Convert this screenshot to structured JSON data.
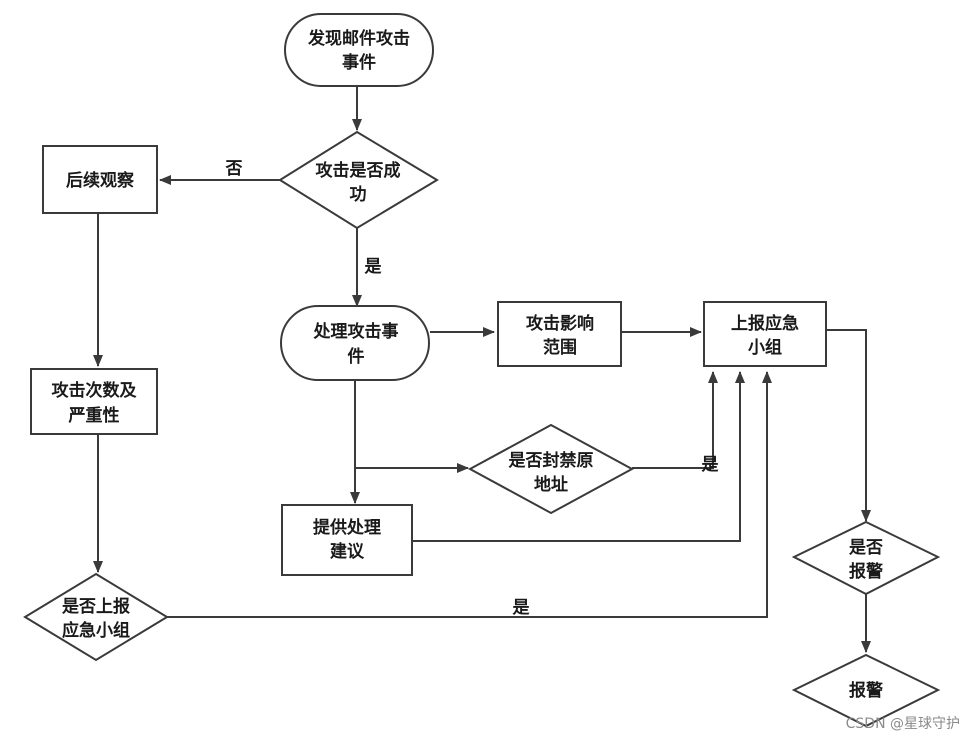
{
  "nodes": {
    "discover_attack": {
      "line1": "发现邮件攻击",
      "line2": "事件"
    },
    "attack_success": {
      "line1": "攻击是否成",
      "line2": "功"
    },
    "follow_up": {
      "line1": "后续观察"
    },
    "attack_count": {
      "line1": "攻击次数及",
      "line2": "严重性"
    },
    "report_group_decision": {
      "line1": "是否上报",
      "line2": "应急小组"
    },
    "handle_event": {
      "line1": "处理攻击事",
      "line2": "件"
    },
    "attack_scope": {
      "line1": "攻击影响",
      "line2": "范围"
    },
    "report_group": {
      "line1": "上报应急",
      "line2": "小组"
    },
    "block_address": {
      "line1": "是否封禁原",
      "line2": "地址"
    },
    "suggestion": {
      "line1": "提供处理",
      "line2": "建议"
    },
    "alarm_decision": {
      "line1": "是否",
      "line2": "报警"
    },
    "alarm": {
      "line1": "报警"
    }
  },
  "edge_labels": {
    "no": "否",
    "yes_main": "是",
    "yes_block": "是",
    "yes_report": "是"
  },
  "watermark": "CSDN @星球守护"
}
